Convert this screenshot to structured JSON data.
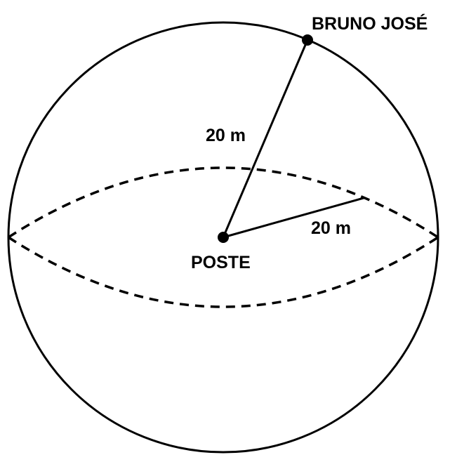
{
  "labels": {
    "person": "BRUNO JOSÉ",
    "pole": "POSTE",
    "radius_vertical": "20 m",
    "radius_horizontal": "20 m"
  },
  "colors": {
    "stroke": "#000000",
    "background": "#ffffff"
  }
}
